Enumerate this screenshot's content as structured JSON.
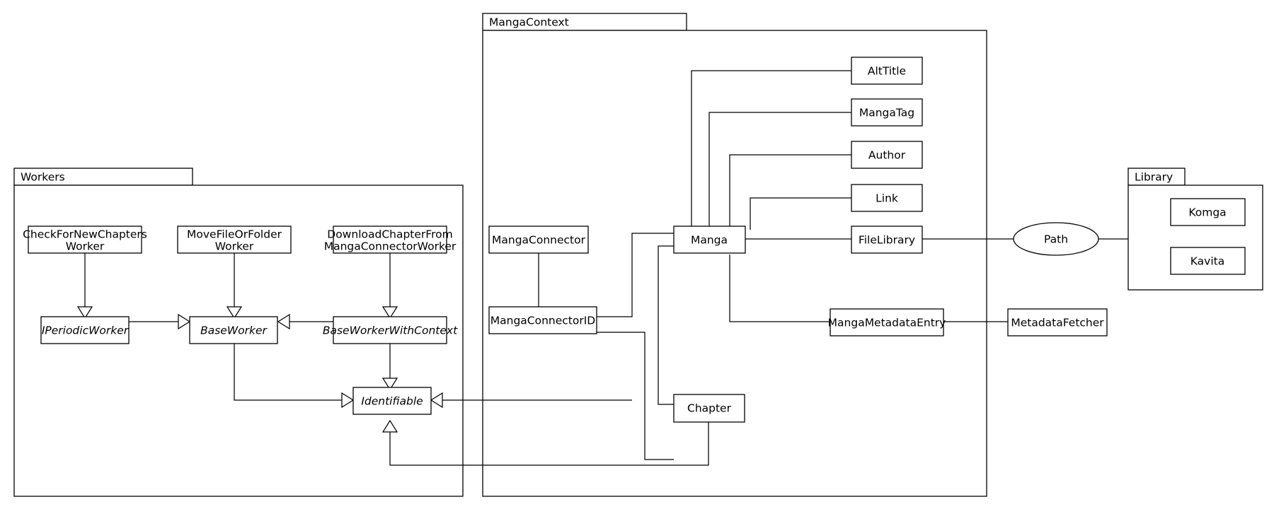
{
  "diagram": {
    "type": "uml-class-diagram",
    "title": "",
    "background_color": "#ffffff",
    "line_color": "#000000",
    "packages": [
      {
        "id": "workers",
        "label": "Workers"
      },
      {
        "id": "mangacontext",
        "label": "MangaContext"
      },
      {
        "id": "library",
        "label": "Library"
      }
    ],
    "nodes": {
      "check_for_new_chapters_worker": {
        "line1": "CheckForNewChapters",
        "line2": "Worker",
        "style": "class"
      },
      "move_file_or_folder_worker": {
        "line1": "MoveFileOrFolder",
        "line2": "Worker",
        "style": "class"
      },
      "download_chapter_from_manga_connector_worker": {
        "line1": "DownloadChapterFrom",
        "line2": "MangaConnectorWorker",
        "style": "class"
      },
      "iperiodicworker": {
        "label": "IPeriodicWorker",
        "style": "abstract"
      },
      "baseworker": {
        "label": "BaseWorker",
        "style": "abstract"
      },
      "baseworkerwithcontext": {
        "label": "BaseWorkerWithContext",
        "style": "abstract"
      },
      "identifiable": {
        "label": "Identifiable",
        "style": "abstract"
      },
      "mangaconnector": {
        "label": "MangaConnector",
        "style": "class"
      },
      "mangaconnectorid": {
        "label": "MangaConnectorID",
        "style": "class"
      },
      "manga": {
        "label": "Manga",
        "style": "class"
      },
      "chapter": {
        "label": "Chapter",
        "style": "class"
      },
      "alttitle": {
        "label": "AltTitle",
        "style": "class"
      },
      "mangatag": {
        "label": "MangaTag",
        "style": "class"
      },
      "author": {
        "label": "Author",
        "style": "class"
      },
      "link": {
        "label": "Link",
        "style": "class"
      },
      "filelibrary": {
        "label": "FileLibrary",
        "style": "class"
      },
      "mangametadataentry": {
        "label": "MangaMetadataEntry",
        "style": "class"
      },
      "metadatafetcher": {
        "label": "MetadataFetcher",
        "style": "class"
      },
      "path": {
        "label": "Path",
        "style": "ellipse"
      },
      "komga": {
        "label": "Komga",
        "style": "class"
      },
      "kavita": {
        "label": "Kavita",
        "style": "class"
      }
    },
    "relations": [
      {
        "from": "check_for_new_chapters_worker",
        "to": "iperiodicworker",
        "kind": "inheritance"
      },
      {
        "from": "move_file_or_folder_worker",
        "to": "baseworker",
        "kind": "inheritance"
      },
      {
        "from": "download_chapter_from_manga_connector_worker",
        "to": "baseworkerwithcontext",
        "kind": "inheritance"
      },
      {
        "from": "iperiodicworker",
        "to": "baseworker",
        "kind": "inheritance"
      },
      {
        "from": "baseworkerwithcontext",
        "to": "baseworker",
        "kind": "inheritance"
      },
      {
        "from": "baseworker",
        "to": "identifiable",
        "kind": "inheritance"
      },
      {
        "from": "baseworkerwithcontext",
        "to": "identifiable",
        "kind": "inheritance"
      },
      {
        "from": "mangaconnectorid",
        "to": "identifiable",
        "kind": "inheritance"
      },
      {
        "from": "chapter",
        "to": "identifiable",
        "kind": "inheritance"
      },
      {
        "from": "mangaconnector",
        "to": "mangaconnectorid",
        "kind": "association"
      },
      {
        "from": "mangaconnectorid",
        "to": "manga",
        "kind": "association"
      },
      {
        "from": "mangaconnectorid",
        "to": "chapter",
        "kind": "association"
      },
      {
        "from": "manga",
        "to": "chapter",
        "kind": "association"
      },
      {
        "from": "manga",
        "to": "alttitle",
        "kind": "association"
      },
      {
        "from": "manga",
        "to": "mangatag",
        "kind": "association"
      },
      {
        "from": "manga",
        "to": "author",
        "kind": "association"
      },
      {
        "from": "manga",
        "to": "link",
        "kind": "association"
      },
      {
        "from": "manga",
        "to": "filelibrary",
        "kind": "association"
      },
      {
        "from": "manga",
        "to": "mangametadataentry",
        "kind": "association"
      },
      {
        "from": "filelibrary",
        "to": "path",
        "kind": "association"
      },
      {
        "from": "path",
        "to": "library",
        "kind": "association"
      },
      {
        "from": "mangametadataentry",
        "to": "metadatafetcher",
        "kind": "association"
      }
    ]
  }
}
